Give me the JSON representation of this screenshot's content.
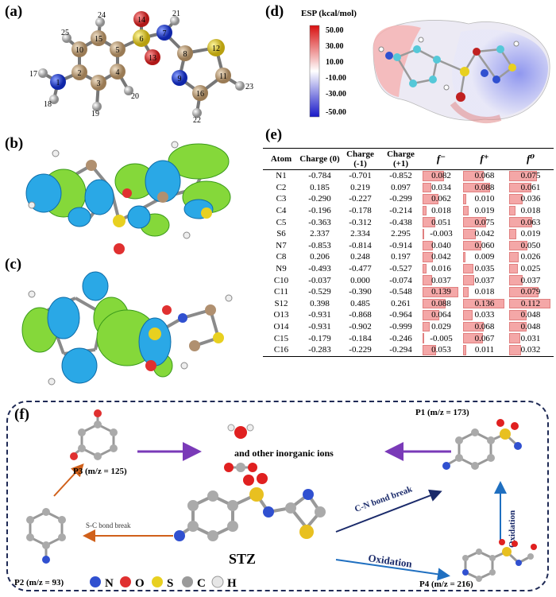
{
  "panels": {
    "a": "(a)",
    "b": "(b)",
    "c": "(c)",
    "d": "(d)",
    "e": "(e)",
    "f": "(f)"
  },
  "esp": {
    "title": "ESP (kcal/mol)",
    "ticks": [
      "50.00",
      "30.00",
      "10.00",
      "-10.00",
      "-30.00",
      "-50.00"
    ],
    "colors": {
      "high": "#e02020",
      "mid": "#ffffff",
      "low": "#2020d0"
    }
  },
  "atoms_a": [
    "1",
    "2",
    "3",
    "4",
    "5",
    "6",
    "7",
    "8",
    "9",
    "10",
    "11",
    "12",
    "13",
    "14",
    "15",
    "16",
    "17",
    "18",
    "19",
    "20",
    "21",
    "22",
    "23",
    "24",
    "25"
  ],
  "table": {
    "headers": [
      "Atom",
      "Charge (0)",
      "Charge (-1)",
      "Charge (+1)",
      "f⁻",
      "f⁺",
      "f⁰"
    ],
    "rows": [
      {
        "atom": "N1",
        "q0": "-0.784",
        "qm": "-0.701",
        "qp": "-0.852",
        "fm": "0.082",
        "fp": "0.068",
        "f0": "0.075"
      },
      {
        "atom": "C2",
        "q0": "0.185",
        "qm": "0.219",
        "qp": "0.097",
        "fm": "0.034",
        "fp": "0.088",
        "f0": "0.061"
      },
      {
        "atom": "C3",
        "q0": "-0.290",
        "qm": "-0.227",
        "qp": "-0.299",
        "fm": "0.062",
        "fp": "0.010",
        "f0": "0.036"
      },
      {
        "atom": "C4",
        "q0": "-0.196",
        "qm": "-0.178",
        "qp": "-0.214",
        "fm": "0.018",
        "fp": "0.019",
        "f0": "0.018"
      },
      {
        "atom": "C5",
        "q0": "-0.363",
        "qm": "-0.312",
        "qp": "-0.438",
        "fm": "0.051",
        "fp": "0.075",
        "f0": "0.063"
      },
      {
        "atom": "S6",
        "q0": "2.337",
        "qm": "2.334",
        "qp": "2.295",
        "fm": "-0.003",
        "fp": "0.042",
        "f0": "0.019"
      },
      {
        "atom": "N7",
        "q0": "-0.853",
        "qm": "-0.814",
        "qp": "-0.914",
        "fm": "0.040",
        "fp": "0.060",
        "f0": "0.050"
      },
      {
        "atom": "C8",
        "q0": "0.206",
        "qm": "0.248",
        "qp": "0.197",
        "fm": "0.042",
        "fp": "0.009",
        "f0": "0.026"
      },
      {
        "atom": "N9",
        "q0": "-0.493",
        "qm": "-0.477",
        "qp": "-0.527",
        "fm": "0.016",
        "fp": "0.035",
        "f0": "0.025"
      },
      {
        "atom": "C10",
        "q0": "-0.037",
        "qm": "0.000",
        "qp": "-0.074",
        "fm": "0.037",
        "fp": "0.037",
        "f0": "0.037"
      },
      {
        "atom": "C11",
        "q0": "-0.529",
        "qm": "-0.390",
        "qp": "-0.548",
        "fm": "0.139",
        "fp": "0.018",
        "f0": "0.079"
      },
      {
        "atom": "S12",
        "q0": "0.398",
        "qm": "0.485",
        "qp": "0.261",
        "fm": "0.088",
        "fp": "0.136",
        "f0": "0.112"
      },
      {
        "atom": "O13",
        "q0": "-0.931",
        "qm": "-0.868",
        "qp": "-0.964",
        "fm": "0.064",
        "fp": "0.033",
        "f0": "0.048"
      },
      {
        "atom": "O14",
        "q0": "-0.931",
        "qm": "-0.902",
        "qp": "-0.999",
        "fm": "0.029",
        "fp": "0.068",
        "f0": "0.048"
      },
      {
        "atom": "C15",
        "q0": "-0.179",
        "qm": "-0.184",
        "qp": "-0.246",
        "fm": "-0.005",
        "fp": "0.067",
        "f0": "0.031"
      },
      {
        "atom": "C16",
        "q0": "-0.283",
        "qm": "-0.229",
        "qp": "-0.294",
        "fm": "0.053",
        "fp": "0.011",
        "f0": "0.032"
      }
    ]
  },
  "pathway": {
    "stz": "STZ",
    "p1": "P1 (m/z = 173)",
    "p2": "P2 (m/z = 93)",
    "p3": "P3 (m/z = 125)",
    "p4": "P4 (m/z = 216)",
    "inorganic": "and other inorganic ions",
    "cn_break": "C-N bond break",
    "sc_break": "S-C bond break",
    "oxidation": "Oxidation",
    "oxidation_vertical": "Oxidation"
  },
  "legend": [
    {
      "label": "N",
      "color": "#3050d0"
    },
    {
      "label": "O",
      "color": "#e03030"
    },
    {
      "label": "S",
      "color": "#e8d020"
    },
    {
      "label": "C",
      "color": "#9a9a9a"
    },
    {
      "label": "H",
      "color": "#e6e6e6"
    }
  ]
}
